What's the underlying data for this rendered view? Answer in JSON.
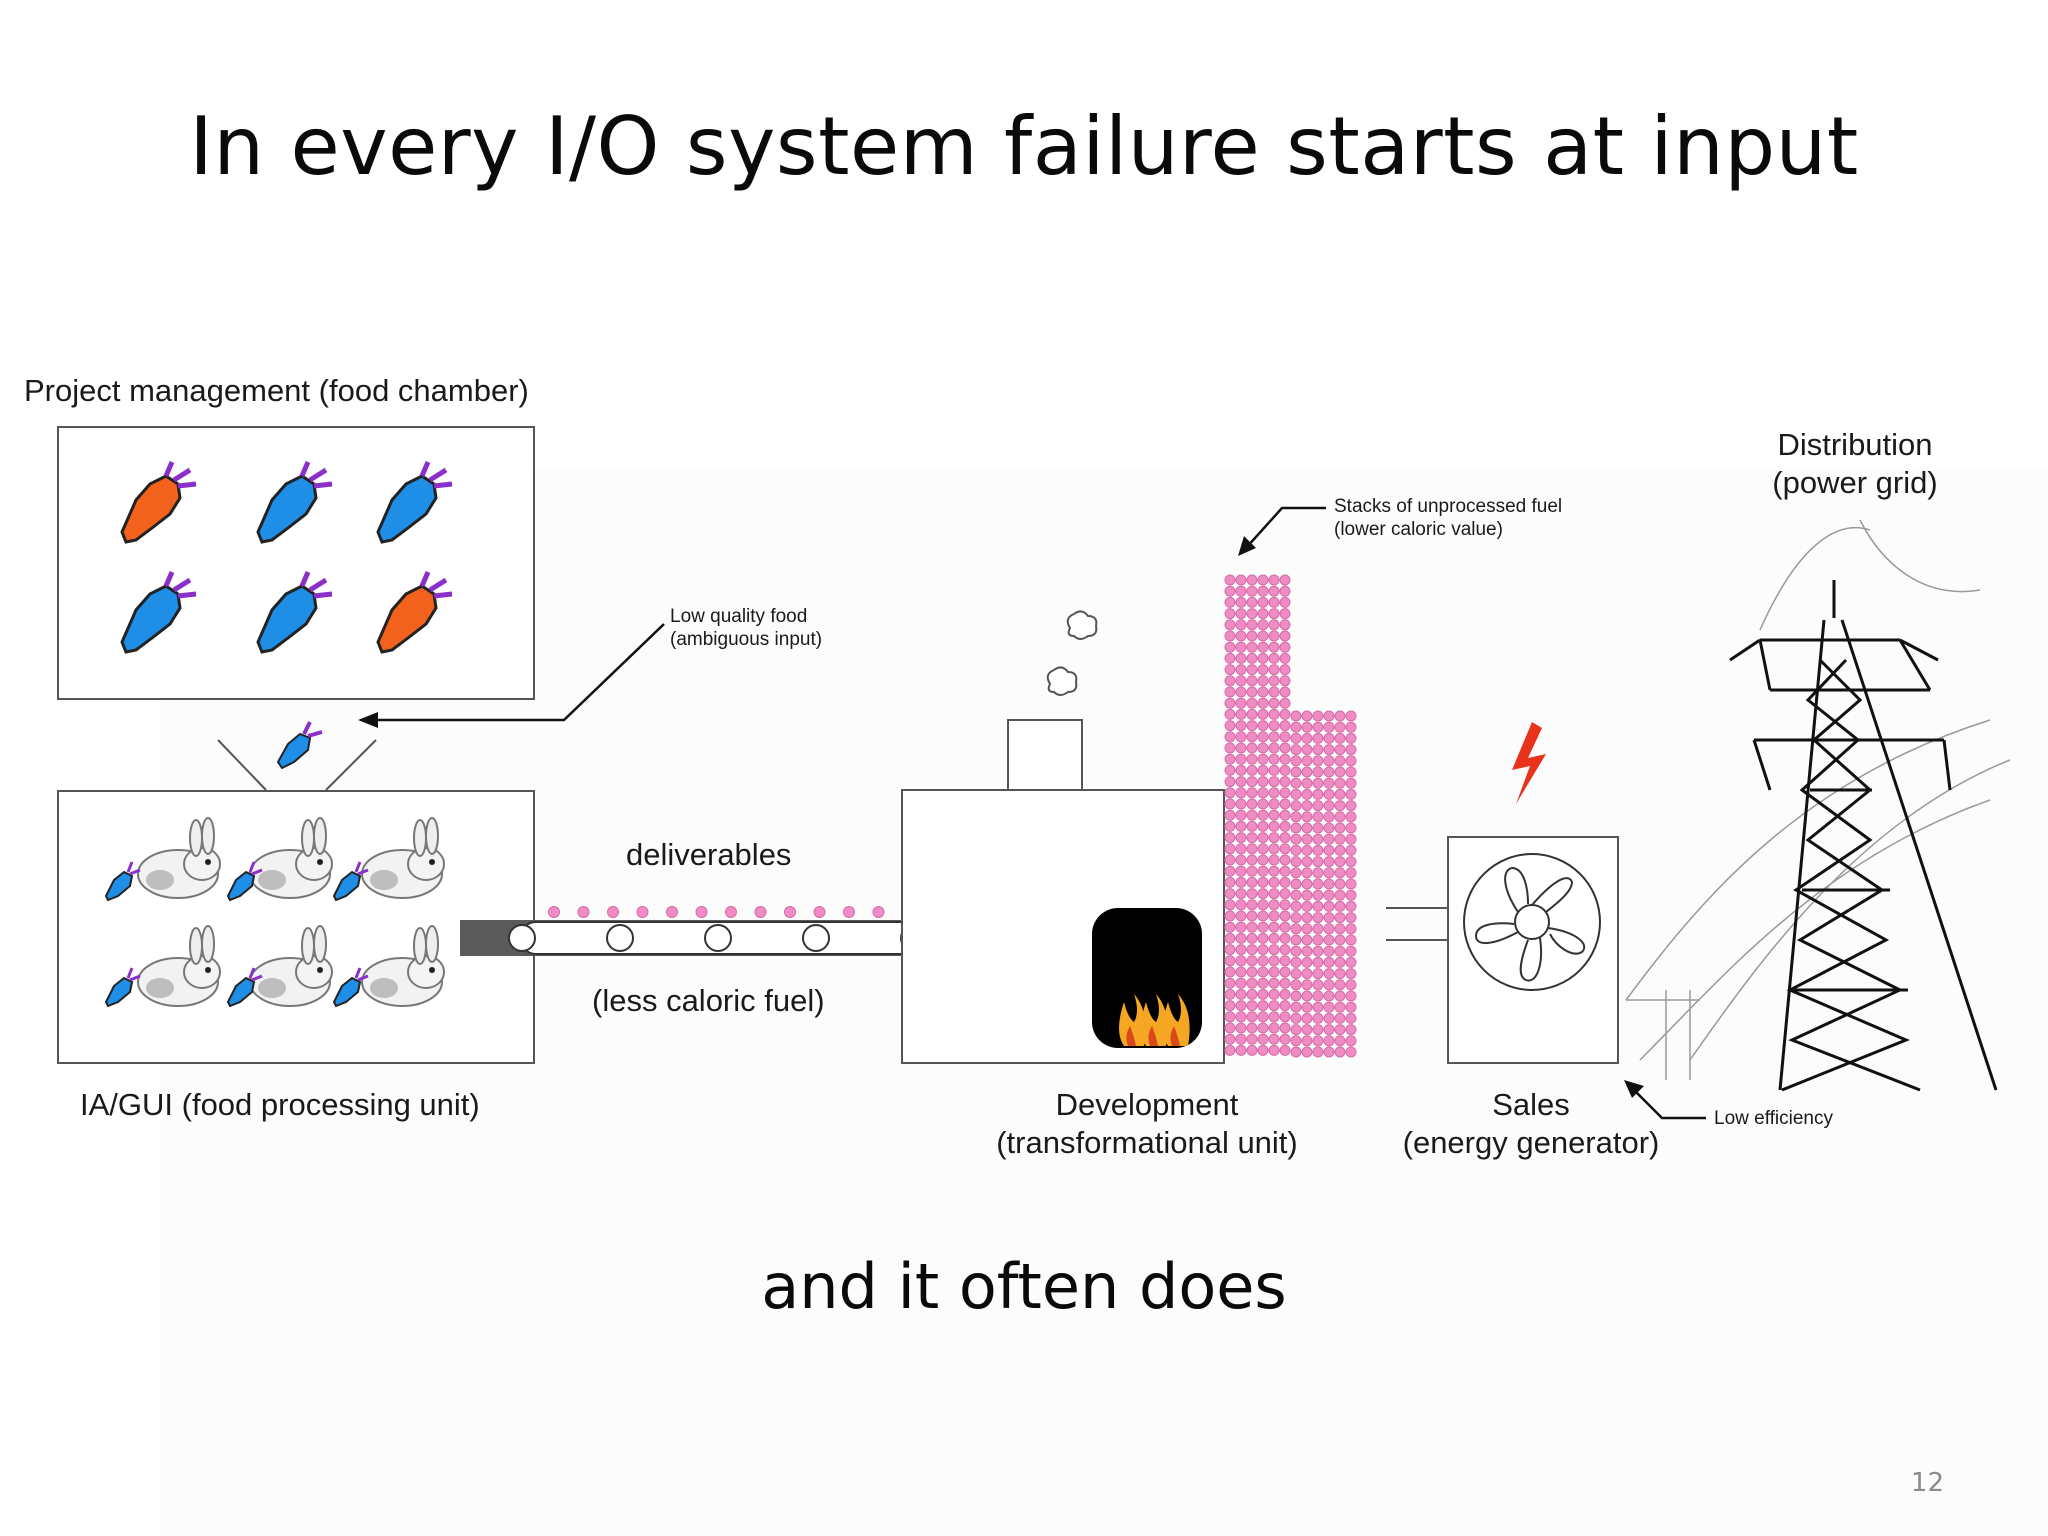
{
  "slide": {
    "title": "In every I/O system failure starts at input",
    "subtitle": "and it often does",
    "page_number": "12"
  },
  "diagram": {
    "food_chamber_label": "Project management (food chamber)",
    "processing_unit_label": "IA/GUI (food processing unit)",
    "low_quality_note": [
      "Low quality food",
      "(ambiguous input)"
    ],
    "deliverables_label": "deliverables",
    "fuel_label": "(less caloric fuel)",
    "stacks_note": [
      "Stacks of unprocessed fuel",
      "(lower caloric value)"
    ],
    "development_label": [
      "Development",
      "(transformational unit)"
    ],
    "sales_label": [
      "Sales",
      "(energy generator)"
    ],
    "low_efficiency_note": "Low efficiency",
    "distribution_label": [
      "Distribution",
      "(power grid)"
    ]
  },
  "icons": {
    "carrot": "carrot-icon",
    "rabbit": "rabbit-icon",
    "fan": "fan-icon",
    "fire": "fire-icon",
    "lightning": "lightning-icon",
    "pylon": "power-pylon-icon",
    "smoke": "smoke-puff-icon"
  },
  "colors": {
    "carrot_orange": "#f2621c",
    "carrot_blue": "#1e8ee6",
    "fuel_pink": "#f08cc4",
    "lightning_red": "#e8331a",
    "conveyor_gray": "#5a5a5a"
  }
}
